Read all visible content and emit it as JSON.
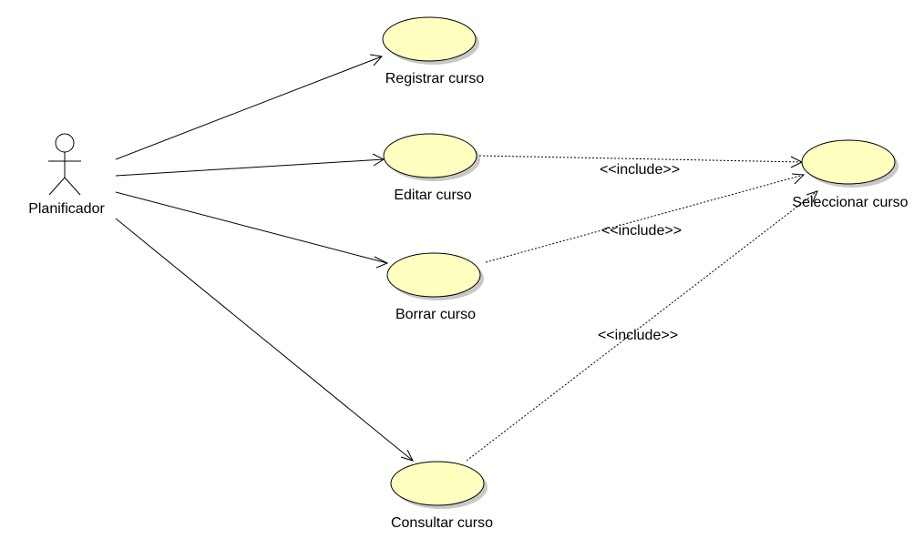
{
  "actor": {
    "name": "Planificador"
  },
  "use_cases": {
    "registrar": "Registrar curso",
    "editar": "Editar curso",
    "borrar": "Borrar curso",
    "consultar": "Consultar curso",
    "seleccionar": "Seleccionar curso"
  },
  "relations": {
    "include_editar": "<<include>>",
    "include_borrar": "<<include>>",
    "include_consultar": "<<include>>"
  },
  "colors": {
    "use_case_fill": "#ffffc0",
    "shadow": "#c8c8c8",
    "line": "#000000"
  }
}
